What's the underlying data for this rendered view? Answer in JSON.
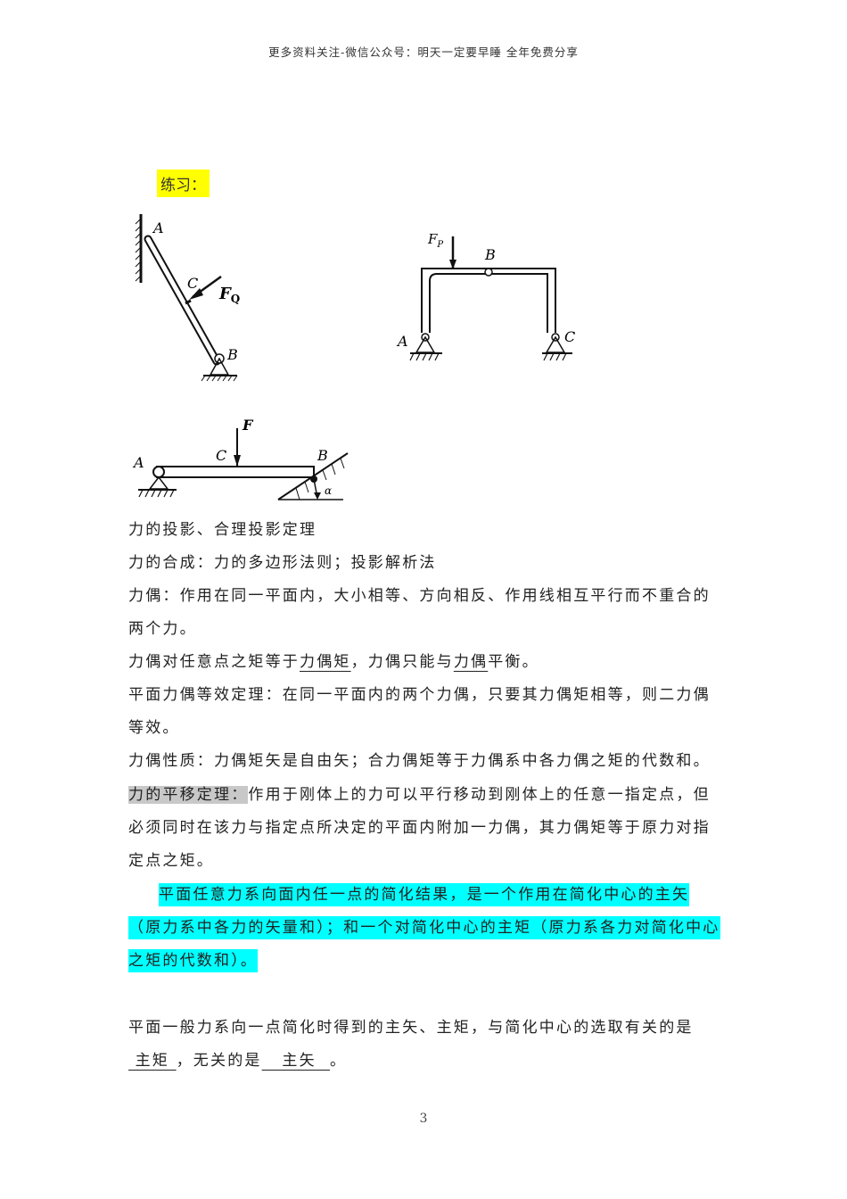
{
  "header": {
    "text": "更多资料关注-微信公众号：明天一定要早睡 全年免费分享"
  },
  "practice_label": "练习：",
  "figures": {
    "fig1": {
      "labels": {
        "A": "A",
        "B": "B",
        "C": "C",
        "force": "F",
        "force_sub": "Q"
      }
    },
    "fig2": {
      "labels": {
        "A": "A",
        "B": "B",
        "C": "C",
        "force": "F",
        "force_sub": "P"
      }
    },
    "fig3": {
      "labels": {
        "A": "A",
        "B": "B",
        "C": "C",
        "force": "F",
        "angle": "α"
      }
    }
  },
  "paragraphs": {
    "p1": "力的投影、合理投影定理",
    "p2": "力的合成：力的多边形法则；投影解析法",
    "p3": "力偶：作用在同一平面内，大小相等、方向相反、作用线相互平行而不重合的两个力。",
    "p4": {
      "t1": "力偶对任意点之矩等于",
      "u1": "力偶矩",
      "t2": "，力偶只能与",
      "u2": "力偶",
      "t3": "平衡。"
    },
    "p5": "平面力偶等效定理：在同一平面内的两个力偶，只要其力偶矩相等，则二力偶等效。",
    "p6": "力偶性质：力偶矩矢是自由矢；合力偶矩等于力偶系中各力偶之矩的代数和。",
    "p7": {
      "highlight": "力的平移定理：",
      "rest": "作用于刚体上的力可以平行移动到刚体上的任意一指定点，但必须同时在该力与指定点所决定的平面内附加一力偶，其力偶矩等于原力对指定点之矩。"
    },
    "p8": "平面任意力系向面内任一点的简化结果，是一个作用在简化中心的主矢（原力系中各力的矢量和）；和一个对简化中心的主矩（原力系各力对简化中心之矩的代数和）。",
    "p9": {
      "t1": "平面一般力系向一点简化时得到的主矢、主矩，与简化中心的选取有关的是",
      "blank1": " 主矩 ",
      "t2": "，无关的是",
      "blank2": "   主矢  ",
      "t3": "。"
    }
  },
  "colors": {
    "practice_highlight": "#ffff00",
    "gray_highlight": "#c8c8c8",
    "cyan_highlight": "#00ffff"
  },
  "page_number": "3"
}
